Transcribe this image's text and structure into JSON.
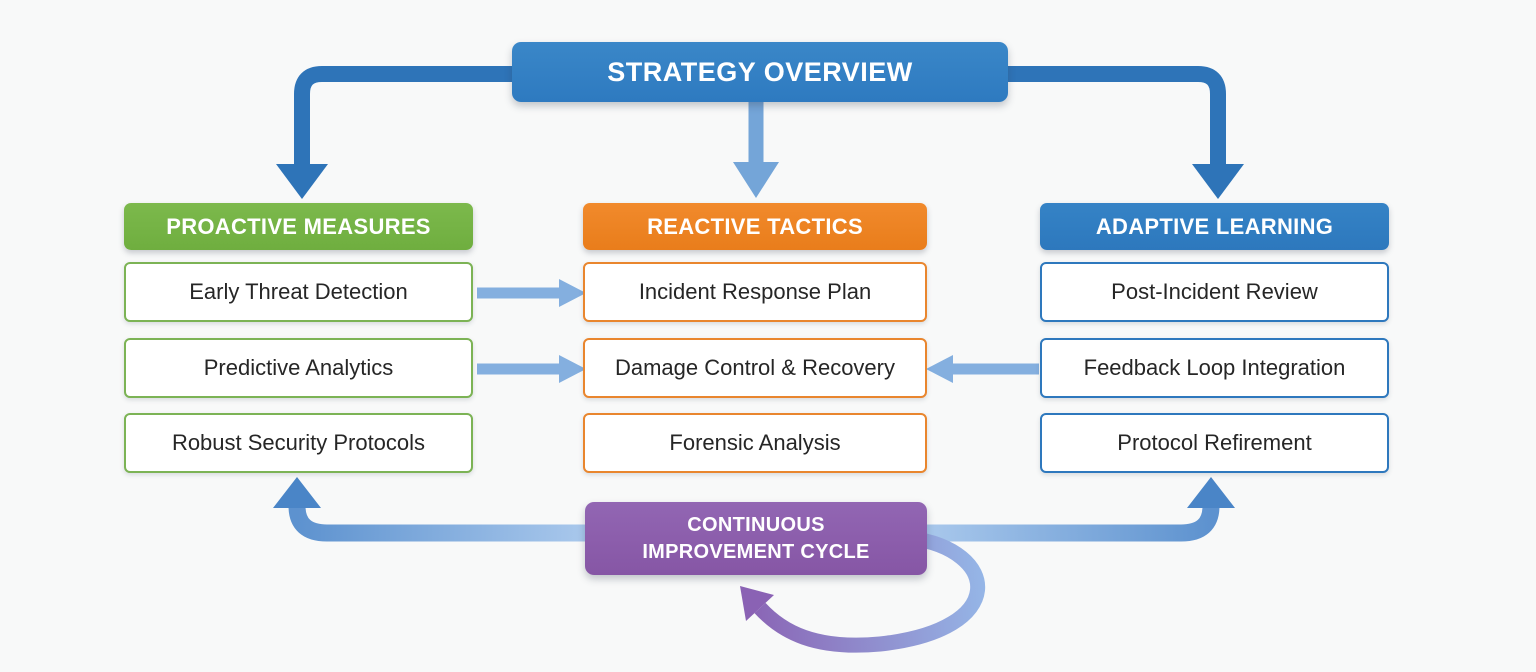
{
  "title": {
    "label": "STRATEGY OVERVIEW"
  },
  "columns": [
    {
      "header": "PROACTIVE MEASURES",
      "color": "#6fae3f",
      "items": [
        "Early Threat Detection",
        "Predictive Analytics",
        "Robust Security Protocols"
      ]
    },
    {
      "header": "REACTIVE TACTICS",
      "color": "#e97d1b",
      "items": [
        "Incident Response Plan",
        "Damage Control & Recovery",
        "Forensic Analysis"
      ]
    },
    {
      "header": "ADAPTIVE LEARNING",
      "color": "#2d78bd",
      "items": [
        "Post-Incident Review",
        "Feedback Loop Integration",
        "Protocol Refirement"
      ]
    }
  ],
  "cycle": {
    "line1": "CONTINUOUS",
    "line2": "IMPROVEMENT CYCLE",
    "color": "#8656a5"
  },
  "colors": {
    "title_blue": "#2e7ac0",
    "connector_dark_blue": "#2e74b8",
    "connector_light_blue": "#84afdf",
    "return_arrow_blue": "#4a85c7",
    "swirl_purple": "#8a62b4",
    "background": "#f8f9f9"
  }
}
